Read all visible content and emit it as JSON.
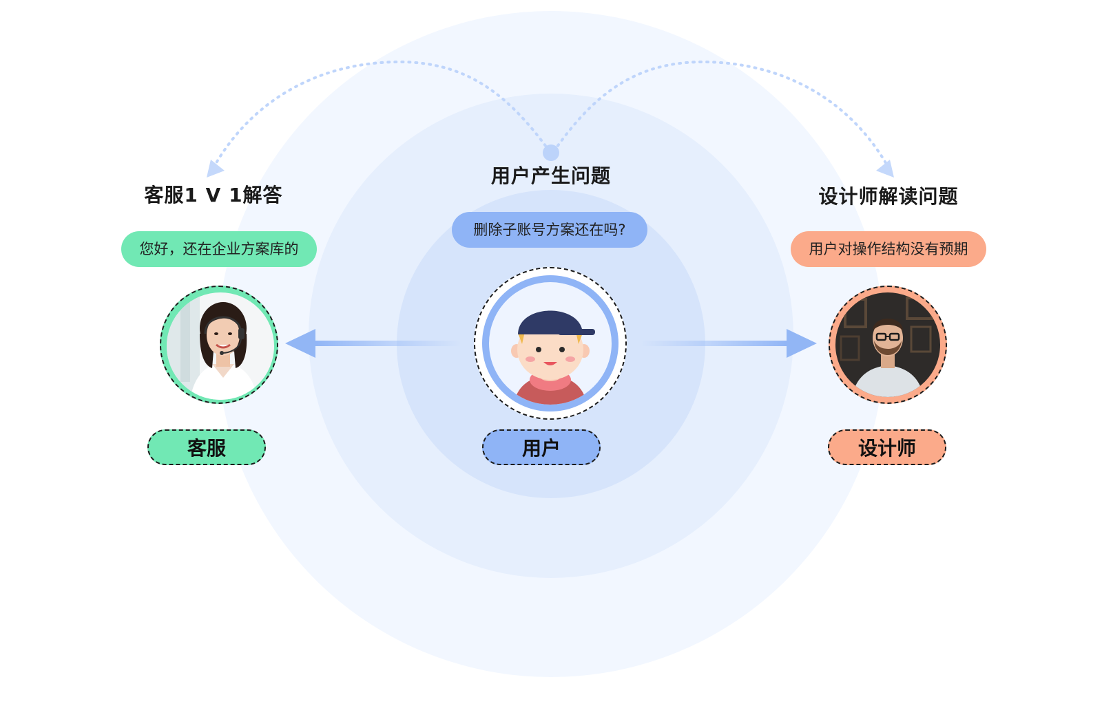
{
  "colors": {
    "outer_circle": "#f2f7ff",
    "middle_circle": "#e6effd",
    "inner_circle": "#d6e4fb",
    "arrow_blue": "#92b6f5",
    "dotted_path": "#bfd5fb",
    "customer_service": "#71e8b4",
    "user": "#8fb4f6",
    "designer": "#fbaa8a"
  },
  "center": {
    "title": "用户产生问题",
    "question": "删除子账号方案还在吗?",
    "role_label": "用户",
    "avatar_icon": "user-cartoon-avatar"
  },
  "left": {
    "title": "客服1 V 1解答",
    "reply": "您好，还在企业方案库的",
    "role_label": "客服",
    "avatar_icon": "customer-service-agent-photo"
  },
  "right": {
    "title": "设计师解读问题",
    "insight": "用户对操作结构没有预期",
    "role_label": "设计师",
    "avatar_icon": "designer-photo"
  }
}
